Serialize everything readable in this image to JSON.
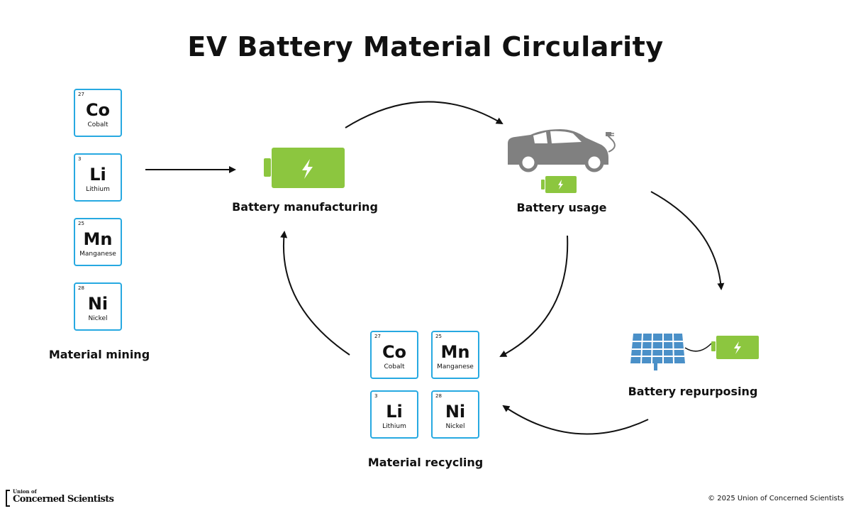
{
  "title": "EV Battery Material Circularity",
  "colors": {
    "element_border": "#27a9e1",
    "battery_green": "#8cc63f",
    "car_gray": "#808080",
    "solar_blue": "#4a90c8",
    "arrow": "#111111"
  },
  "mining": {
    "label": "Material mining",
    "elements": [
      {
        "number": "27",
        "symbol": "Co",
        "name": "Cobalt"
      },
      {
        "number": "3",
        "symbol": "Li",
        "name": "Lithium"
      },
      {
        "number": "25",
        "symbol": "Mn",
        "name": "Manganese"
      },
      {
        "number": "28",
        "symbol": "Ni",
        "name": "Nickel"
      }
    ]
  },
  "manufacturing": {
    "label": "Battery manufacturing",
    "icon": "battery-icon"
  },
  "usage": {
    "label": "Battery usage",
    "icon": "electric-car-icon"
  },
  "repurposing": {
    "label": "Battery repurposing",
    "icon": "solar-panel-icon"
  },
  "recycling": {
    "label": "Material recycling",
    "elements": [
      {
        "number": "27",
        "symbol": "Co",
        "name": "Cobalt"
      },
      {
        "number": "25",
        "symbol": "Mn",
        "name": "Manganese"
      },
      {
        "number": "3",
        "symbol": "Li",
        "name": "Lithium"
      },
      {
        "number": "28",
        "symbol": "Ni",
        "name": "Nickel"
      }
    ]
  },
  "footer": {
    "logo_small": "Union of",
    "logo_big": "Concerned Scientists",
    "copyright": "© 2025 Union of Concerned Scientists"
  }
}
